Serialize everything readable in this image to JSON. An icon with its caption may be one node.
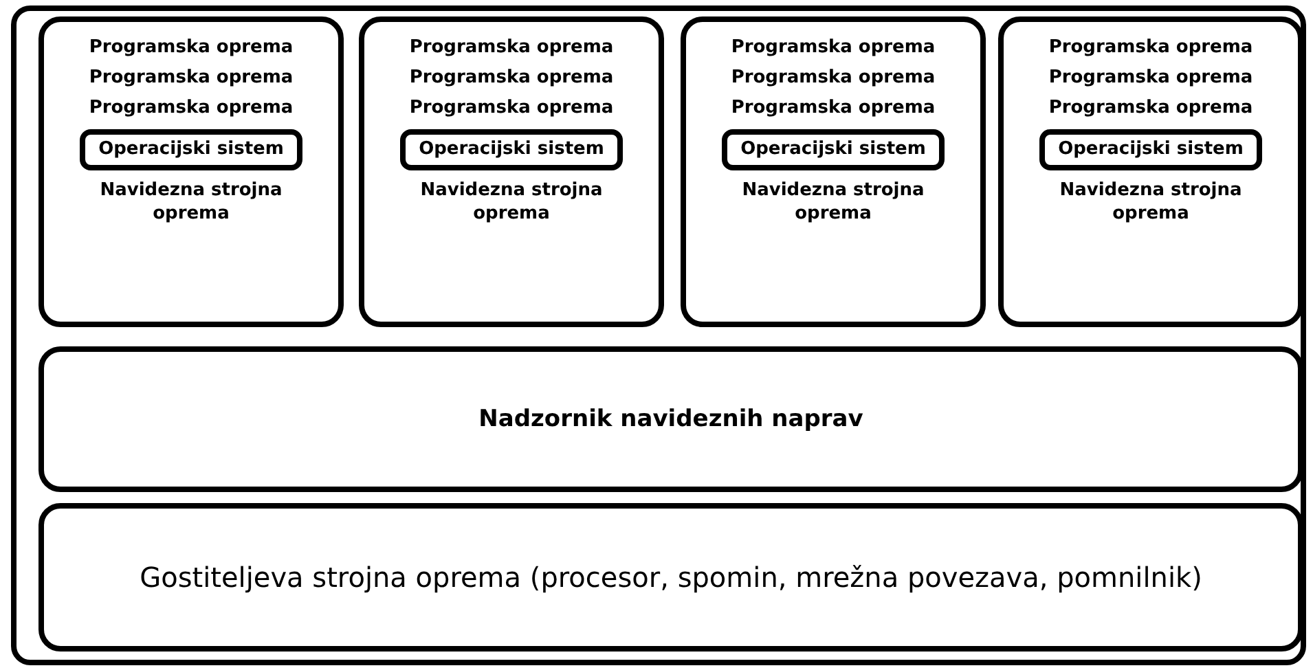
{
  "diagram": {
    "nodes": [
      {
        "text": [],
        "shape": "box"
      },
      {
        "text": [
          "Programska oprema",
          "Programska oprema",
          "Programska oprema",
          "Navidezna strojna oprema"
        ],
        "in": 0
      },
      {
        "text": [
          "Operacijski sistem"
        ],
        "in": 1
      },
      {
        "text": [
          "Programska oprema",
          "Programska oprema",
          "Programska oprema",
          "Navidezna strojna oprema"
        ],
        "in": 0
      },
      {
        "text": [
          "Operacijski sistem"
        ],
        "in": 3
      },
      {
        "text": [
          "Programska oprema",
          "Programska oprema",
          "Programska oprema",
          "Navidezna strojna oprema"
        ],
        "in": 0
      },
      {
        "text": [
          "Operacijski sistem"
        ],
        "in": 5
      },
      {
        "text": [
          "Programska oprema",
          "Programska oprema",
          "Programska oprema",
          "Navidezna strojna oprema"
        ],
        "in": 0
      },
      {
        "text": [
          "Operacijski sistem"
        ],
        "in": 7
      },
      {
        "text": [
          "Nadzornik navideznih naprav"
        ],
        "in": 0
      },
      {
        "text": [
          "Gostiteljeva strojna oprema (procesor, spomin, mrežna povezava, pomnilnik)"
        ],
        "in": 0
      }
    ]
  }
}
